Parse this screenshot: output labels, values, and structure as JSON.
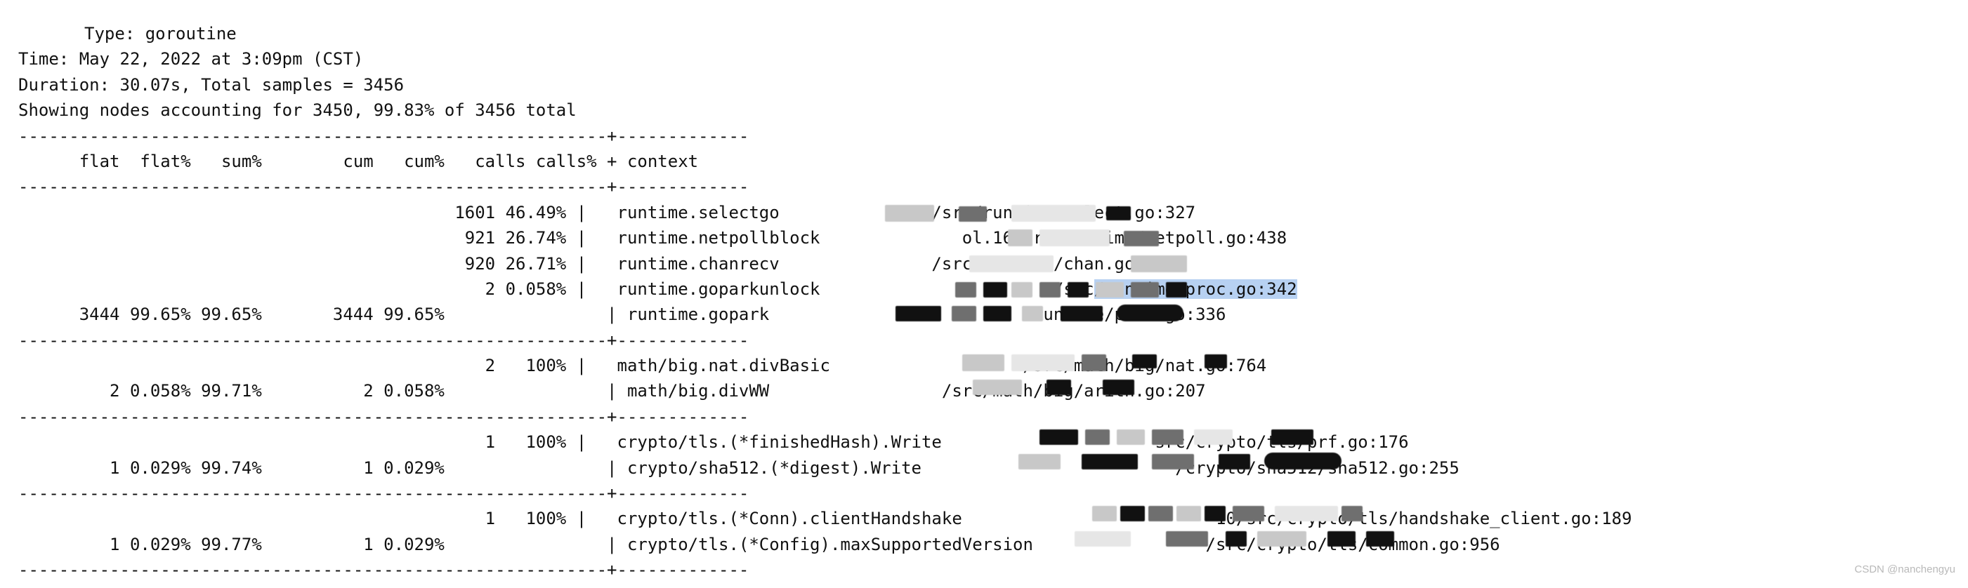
{
  "report": {
    "type_line": "Type: goroutine",
    "time_line": "Time: May 22, 2022 at 3:09pm (CST)",
    "duration_line": "Duration: 30.07s, Total samples = 3456",
    "showing_line": "Showing nodes accounting for 3450, 99.83% of 3456 total",
    "separator": "----------------------------------------------------------+-------------",
    "header_line": "      flat  flat%   sum%        cum   cum%   calls calls% + context",
    "rows": [
      "                                           1601 46.49% |   runtime.selectgo               /src/runtime/select.go:327",
      "                                            921 26.74% |   runtime.netpollblock              ol.16/src/runtime/netpoll.go:438",
      "                                            920 26.71% |   runtime.chanrecv               /src/runtime/chan.go:576",
      "                                              2 0.058% |   runtime.goparkunlock                       /src",
      "      3444 99.65% 99.65%       3444 99.65%                | runtime.gopark                          runtime/proc.go:336",
      "                                              2   100% |   math/big.nat.divBasic                   /src/math/big/nat.go:764",
      "         2 0.058% 99.71%          2 0.058%                | math/big.divWW                 /src/math/big/arith.go:207",
      "                                              1   100% |   crypto/tls.(*finishedHash).Write                     src/crypto/tls/prf.go:176",
      "         1 0.029% 99.74%          1 0.029%                | crypto/sha512.(*digest).Write                         /crypto/sha512/sha512.go:255",
      "                                              1   100% |   crypto/tls.(*Conn).clientHandshake                         10/src/crypto/tls/handshake_client.go:189",
      "         1 0.029% 99.77%          1 0.029%                | crypto/tls.(*Config).maxSupportedVersion                 /src/crypto/tls/common.go:956"
    ],
    "selected_text": "/runtime/proc.go:342",
    "partial_last_line": "|"
  },
  "watermark": "CSDN @nanchengyu",
  "colors": {
    "background": "#ffffff",
    "text": "#111111",
    "selection": "#b7d1f2",
    "watermark": "#b9b9b9"
  }
}
